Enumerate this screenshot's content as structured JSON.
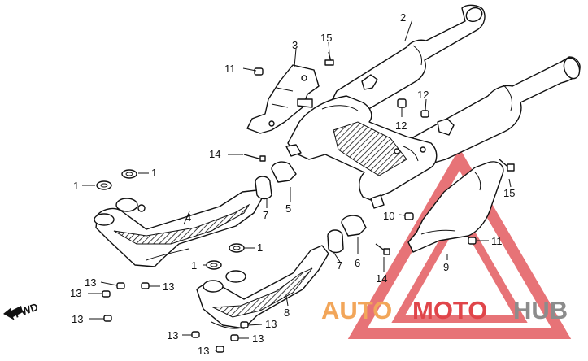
{
  "labels": {
    "l1a": "1",
    "l1b": "1",
    "l1c": "1",
    "l1d": "1",
    "l2": "2",
    "l3": "3",
    "l4": "4",
    "l5": "5",
    "l6": "6",
    "l7a": "7",
    "l7b": "7",
    "l8": "8",
    "l9": "9",
    "l10": "10",
    "l11a": "11",
    "l11b": "11",
    "l12a": "12",
    "l12b": "12",
    "l13a": "13",
    "l13b": "13",
    "l13c": "13",
    "l13d": "13",
    "l13e": "13",
    "l13f": "13",
    "l13g": "13",
    "l14a": "14",
    "l14b": "14",
    "l15a": "15",
    "l15b": "15"
  },
  "fwd_label": "FWD",
  "watermark": {
    "part1": "AUTO",
    "part2": "MOTO",
    "part3": "HUB"
  },
  "colors": {
    "ink": "#111111",
    "watermark_orange": "#f2a65a",
    "watermark_red": "#e0454a",
    "watermark_gray": "#8c8c8c"
  }
}
